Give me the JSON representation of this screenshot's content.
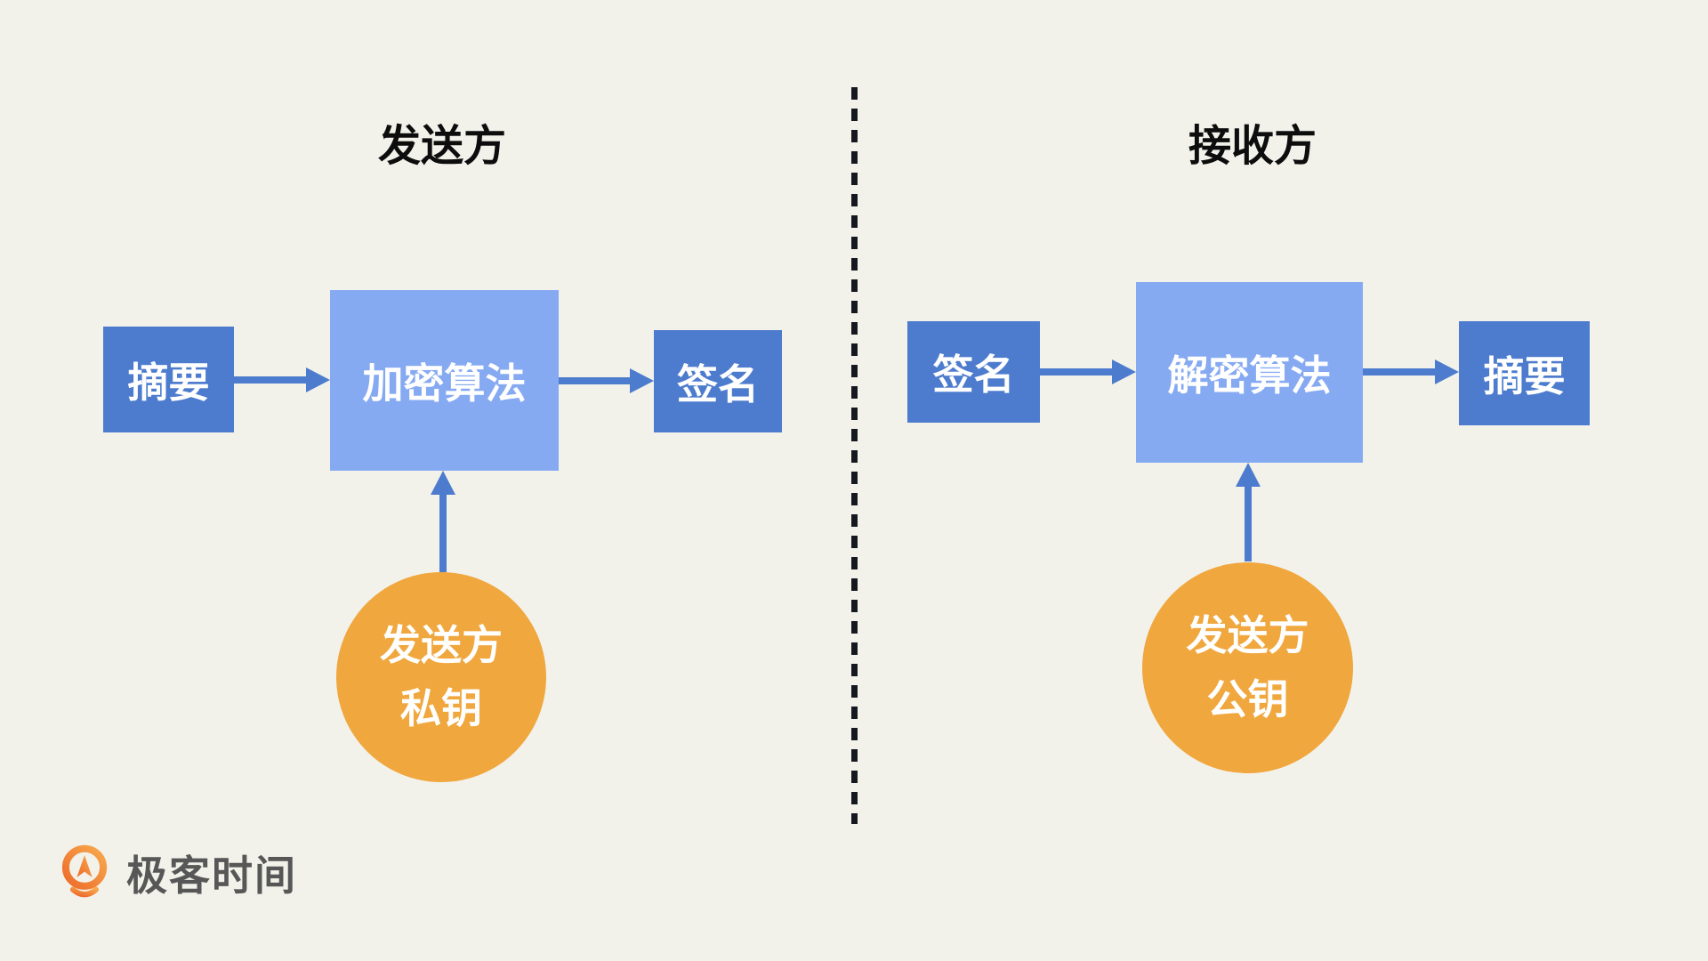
{
  "colors": {
    "background": "#f2f2eb",
    "box_dark_blue": "#4d7cce",
    "box_light_blue": "#86aaf2",
    "arrow_blue": "#4d7cce",
    "circle_orange": "#f0a73e",
    "divider_dark": "#16181f",
    "box_text_white": "#ffffff",
    "title_black": "#0d0d0d",
    "logo_text_gray": "#575757",
    "logo_orange_dark": "#ed6c2b",
    "logo_orange_light": "#f8a94d"
  },
  "diagram": {
    "sender": {
      "title": "发送方",
      "digest_label": "摘要",
      "algorithm_label": "加密算法",
      "signature_label": "签名",
      "key_line1": "发送方",
      "key_line2": "私钥"
    },
    "receiver": {
      "title": "接收方",
      "signature_label": "签名",
      "algorithm_label": "解密算法",
      "digest_label": "摘要",
      "key_line1": "发送方",
      "key_line2": "公钥"
    }
  },
  "branding": {
    "logo_text": "极客时间",
    "logo_icon": "geektime-pin-icon"
  }
}
